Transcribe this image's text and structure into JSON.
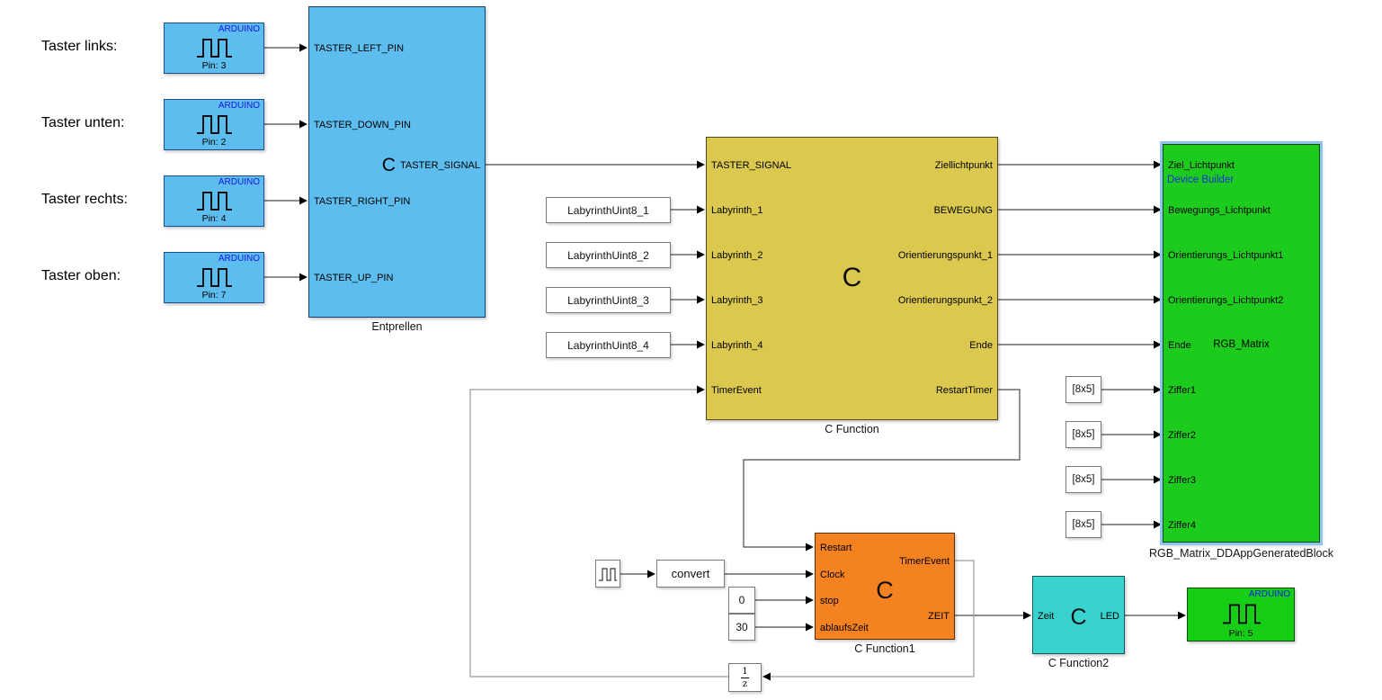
{
  "annotations": {
    "taster_links": "Taster links:",
    "taster_unten": "Taster unten:",
    "taster_rechts": "Taster rechts:",
    "taster_oben": "Taster oben:"
  },
  "arduino_inputs": [
    {
      "brand": "ARDUINO",
      "pin": "Pin: 3"
    },
    {
      "brand": "ARDUINO",
      "pin": "Pin: 2"
    },
    {
      "brand": "ARDUINO",
      "pin": "Pin: 4"
    },
    {
      "brand": "ARDUINO",
      "pin": "Pin: 7"
    }
  ],
  "entprellen": {
    "caption": "Entprellen",
    "inputs": [
      "TASTER_LEFT_PIN",
      "TASTER_DOWN_PIN",
      "TASTER_RIGHT_PIN",
      "TASTER_UP_PIN"
    ],
    "output_glyph": "C",
    "output_label": "TASTER_SIGNAL"
  },
  "labyrinth_constants": [
    "LabyrinthUint8_1",
    "LabyrinthUint8_2",
    "LabyrinthUint8_3",
    "LabyrinthUint8_4"
  ],
  "c_function": {
    "caption": "C Function",
    "glyph": "C",
    "inputs": [
      "TASTER_SIGNAL",
      "Labyrinth_1",
      "Labyrinth_2",
      "Labyrinth_3",
      "Labyrinth_4",
      "TimerEvent"
    ],
    "outputs": [
      "Ziellichtpunkt",
      "BEWEGUNG",
      "Orientierungspunkt_1",
      "Orientierungspunkt_2",
      "Ende",
      "RestartTimer"
    ]
  },
  "rgb_matrix": {
    "caption": "RGB_Matrix_DDAppGeneratedBlock",
    "subtitle": "Device Builder",
    "center_label": "RGB_Matrix",
    "inputs": [
      "Ziel_Lichtpunkt",
      "Bewegungs_Lichtpunkt",
      "Orientierungs_Lichtpunkt1",
      "Orientierungs_Lichtpunkt2",
      "Ende",
      "Ziffer1",
      "Ziffer2",
      "Ziffer3",
      "Ziffer4"
    ]
  },
  "ziffer_constants": [
    "[8x5]",
    "[8x5]",
    "[8x5]",
    "[8x5]"
  ],
  "c_function1": {
    "caption": "C Function1",
    "glyph": "C",
    "inputs": [
      "Restart",
      "Clock",
      "stop",
      "ablaufsZeit"
    ],
    "outputs": [
      "TimerEvent",
      "ZEIT"
    ]
  },
  "convert_block": {
    "label": "convert"
  },
  "const_zero": "0",
  "const_thirty": "30",
  "c_function2": {
    "caption": "C Function2",
    "glyph": "C",
    "input": "Zeit",
    "output": "LED"
  },
  "arduino_output": {
    "brand": "ARDUINO",
    "pin": "Pin: 5"
  },
  "unit_delay": {
    "numerator": "1",
    "denominator": "z"
  },
  "colors": {
    "arduino_blue_fill": "#5CBDEE",
    "brand_text_blue": "#1515E8",
    "c_function_yellow": "#DBC84F",
    "c_function1_orange": "#F58220",
    "c_function2_cyan": "#38D3CF",
    "rgb_matrix_green": "#1DCB1D",
    "arduino_out_green": "#16CE16",
    "highlight_border": "#90C4EE",
    "wire_dark": "#4A4A4A",
    "wire_gray": "#9A9A9A"
  }
}
